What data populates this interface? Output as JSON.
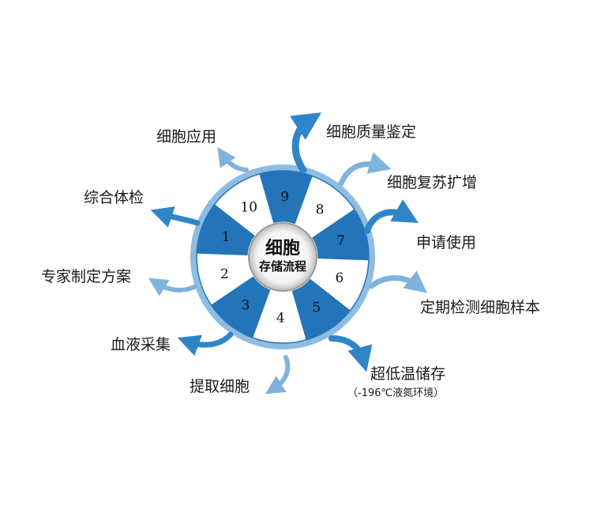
{
  "center": {
    "line1": "细胞",
    "line2": "存储流程"
  },
  "segments": [
    {
      "number": "1",
      "filled": true
    },
    {
      "number": "2",
      "filled": false
    },
    {
      "number": "3",
      "filled": true
    },
    {
      "number": "4",
      "filled": false
    },
    {
      "number": "5",
      "filled": true
    },
    {
      "number": "6",
      "filled": false
    },
    {
      "number": "7",
      "filled": true
    },
    {
      "number": "8",
      "filled": false
    },
    {
      "number": "9",
      "filled": true
    },
    {
      "number": "10",
      "filled": false
    }
  ],
  "labels": {
    "cell_quality": "细胞质量鉴定",
    "cell_recovery": "细胞复苏扩增",
    "apply_use": "申请使用",
    "periodic_test": "定期检测细胞样本",
    "cryo_storage": "超低温储存",
    "cryo_note": "（-196℃液氮环境）",
    "extract_cells": "提取细胞",
    "blood_collect": "血液采集",
    "expert_plan": "专家制定方案",
    "health_check": "综合体检",
    "cell_apply": "细胞应用"
  },
  "colors": {
    "dark_blue": "#2374b8",
    "light_blue": "#8fbde2",
    "arrow_blue": "#6aa7d8",
    "arrow_dark": "#2e86c8"
  }
}
